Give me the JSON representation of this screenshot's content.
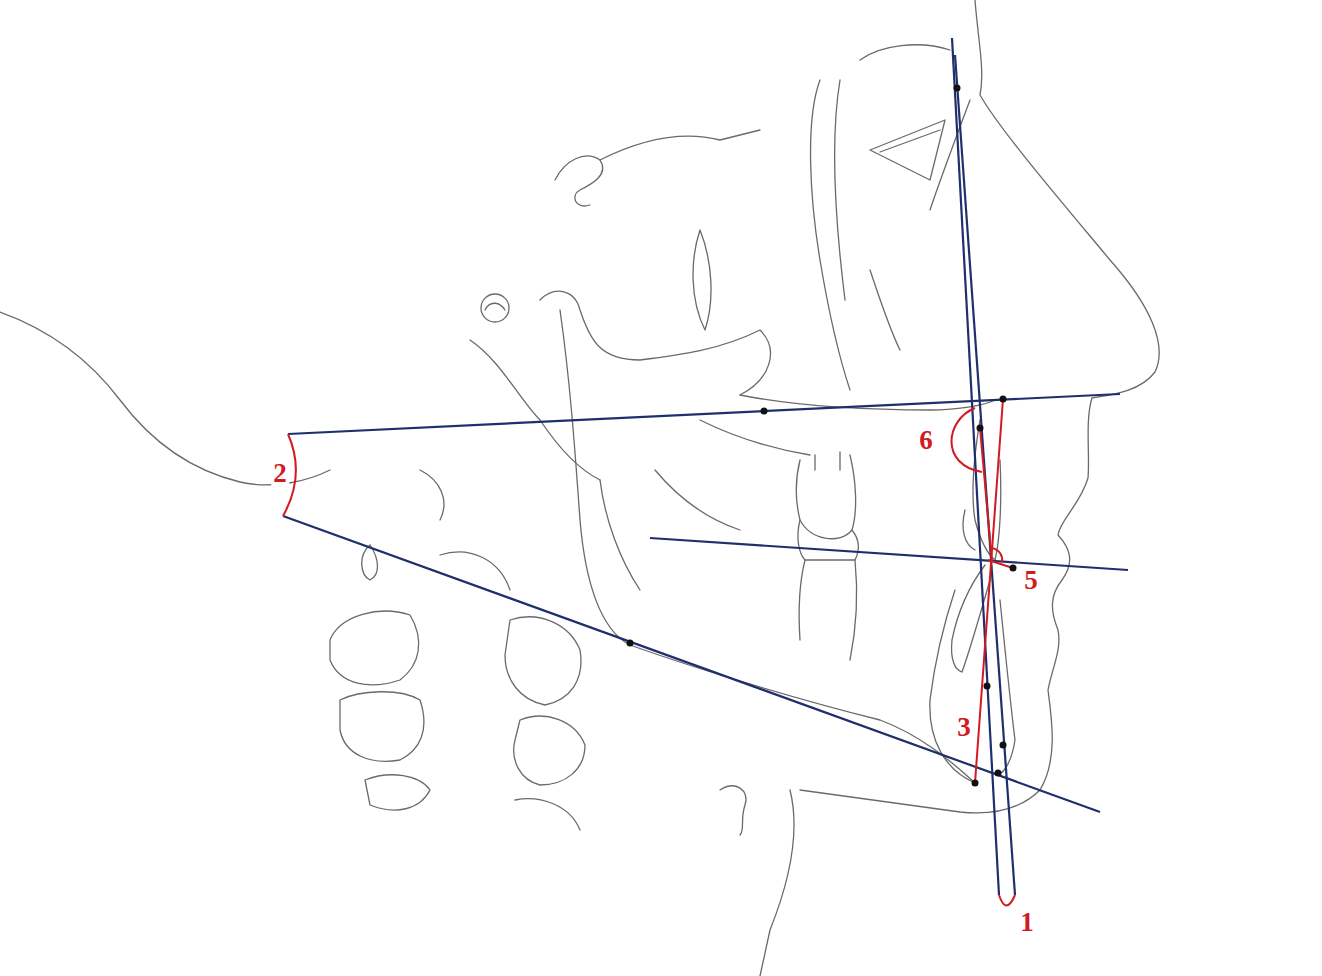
{
  "diagram": {
    "labels": [
      "6",
      "2",
      "5",
      "3",
      "1"
    ]
  }
}
